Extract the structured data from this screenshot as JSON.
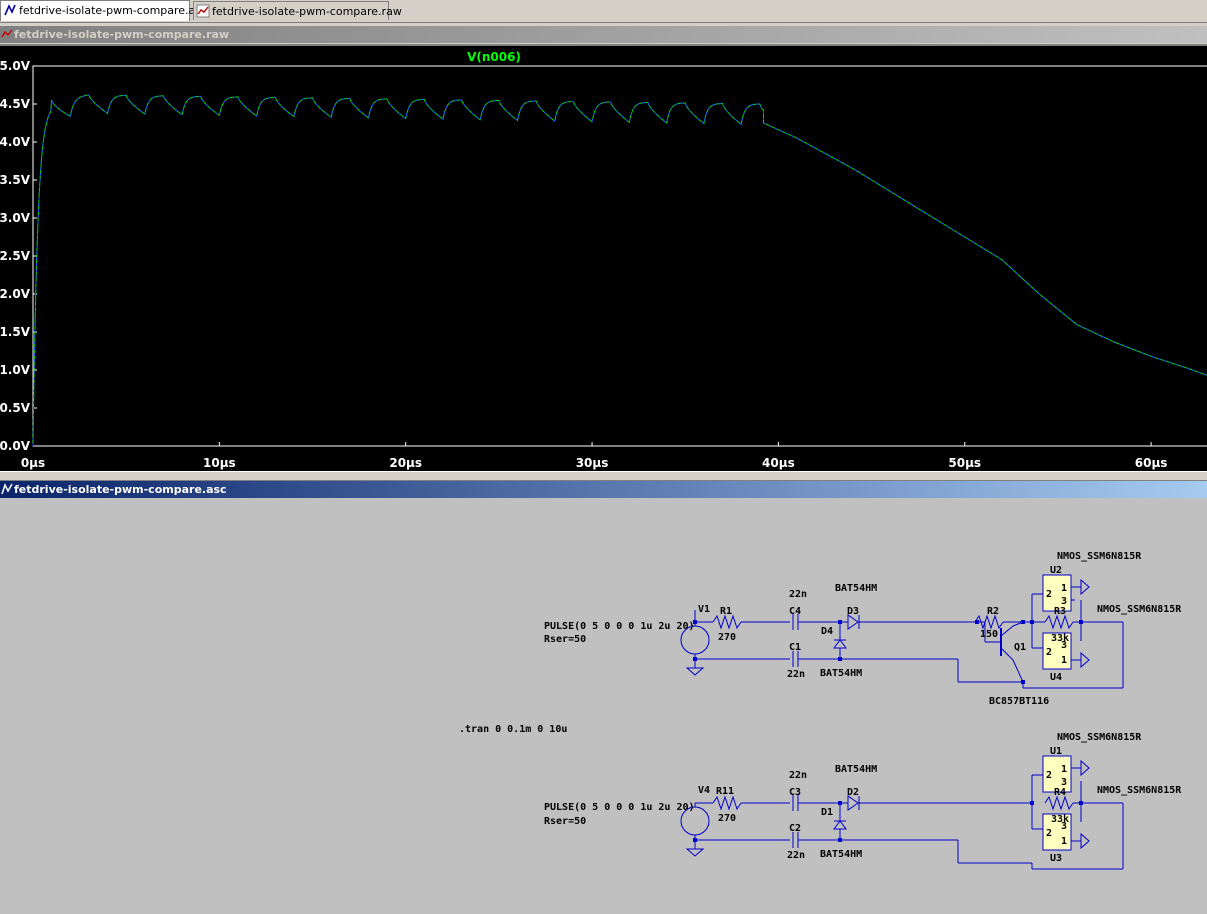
{
  "tabs": [
    {
      "label": "fetdrive-isolate-pwm-compare.asc",
      "active": true,
      "icon": "schematic-icon"
    },
    {
      "label": "fetdrive-isolate-pwm-compare.raw",
      "active": false,
      "icon": "waveform-icon"
    }
  ],
  "waveform_window": {
    "title": "fetdrive-isolate-pwm-compare.raw",
    "icon": "waveform-icon",
    "trace_label": "V(n006)",
    "trace_label_color": "#00ff00",
    "colors": {
      "background": "#000000",
      "grid": "#ffffff",
      "trace_a": "#00e000",
      "trace_b": "#1a4cff"
    }
  },
  "chart_data": {
    "type": "line",
    "title": "V(n006)",
    "xlabel": "",
    "ylabel": "",
    "x_unit": "µs",
    "xlim": [
      0,
      63
    ],
    "ylim": [
      0,
      5
    ],
    "x_ticks": [
      0,
      10,
      20,
      30,
      40,
      50,
      60
    ],
    "x_tick_labels": [
      "0µs",
      "10µs",
      "20µs",
      "30µs",
      "40µs",
      "50µs",
      "60µs"
    ],
    "y_ticks": [
      0,
      0.5,
      1,
      1.5,
      2,
      2.5,
      3,
      3.5,
      4,
      4.5,
      5
    ],
    "y_tick_labels": [
      "0.0V",
      "0.5V",
      "1.0V",
      "1.5V",
      "2.0V",
      "2.5V",
      "3.0V",
      "3.5V",
      "4.0V",
      "4.5V",
      "5.0V"
    ],
    "grid": false,
    "pwm_period_us": 2,
    "pulse_off_us": 39.2,
    "series": [
      {
        "color": "#00e000",
        "envelope_high": [
          [
            1,
            4.55
          ],
          [
            3,
            4.62
          ],
          [
            39,
            4.5
          ]
        ],
        "envelope_low": [
          [
            1,
            4.3
          ],
          [
            3,
            4.38
          ],
          [
            39,
            4.23
          ]
        ],
        "decay": [
          [
            39.2,
            4.25
          ],
          [
            41,
            4.05
          ],
          [
            44,
            3.65
          ],
          [
            47,
            3.2
          ],
          [
            50,
            2.75
          ],
          [
            52,
            2.45
          ],
          [
            54,
            2.0
          ],
          [
            56,
            1.6
          ],
          [
            58,
            1.37
          ],
          [
            60,
            1.18
          ],
          [
            62,
            1.02
          ],
          [
            63,
            0.93
          ]
        ]
      },
      {
        "color": "#1a4cff",
        "envelope_high": [
          [
            1,
            4.55
          ],
          [
            3,
            4.62
          ],
          [
            39,
            4.5
          ]
        ],
        "envelope_low": [
          [
            1,
            4.3
          ],
          [
            3,
            4.38
          ],
          [
            39,
            4.23
          ]
        ],
        "decay": [
          [
            39.2,
            4.25
          ],
          [
            41,
            4.05
          ],
          [
            44,
            3.65
          ],
          [
            47,
            3.2
          ],
          [
            50,
            2.75
          ],
          [
            52,
            2.45
          ],
          [
            54,
            2.0
          ],
          [
            56,
            1.6
          ],
          [
            58,
            1.37
          ],
          [
            60,
            1.18
          ],
          [
            62,
            1.02
          ],
          [
            63,
            0.93
          ]
        ]
      }
    ]
  },
  "schematic_window": {
    "title": "fetdrive-isolate-pwm-compare.asc",
    "icon": "schematic-icon",
    "wire_color": "#0000cc",
    "symbol_fill": "#ffffc0",
    "directive": ".tran 0 0.1m 0 10u",
    "circuit_top": {
      "source_name": "V1",
      "source_value": "PULSE(0 5 0 0 0 1u 2u 20)",
      "source_rser": "Rser=50",
      "r1_name": "R1",
      "r1_value": "270",
      "c_top_name": "C4",
      "c_top_value": "22n",
      "c_bot_name": "C1",
      "c_bot_value": "22n",
      "d_top_name": "D3",
      "d_top_model": "BAT54HM",
      "d_bot_name": "D4",
      "d_bot_model": "BAT54HM",
      "r2_name": "R2",
      "r2_value": "150",
      "q_name": "Q1",
      "q_model": "BC857BT116",
      "r3_name": "R3",
      "r3_value": "33k",
      "u_top_name": "U2",
      "u_top_model": "NMOS_SSM6N815R",
      "u_bot_name": "U4",
      "u_bot_model": "NMOS_SSM6N815R",
      "pin1": "1",
      "pin2": "2",
      "pin3": "3"
    },
    "circuit_bottom": {
      "source_name": "V4",
      "source_value": "PULSE(0 5 0 0 0 1u 2u 20)",
      "source_rser": "Rser=50",
      "r1_name": "R11",
      "r1_value": "270",
      "c_top_name": "C3",
      "c_top_value": "22n",
      "c_bot_name": "C2",
      "c_bot_value": "22n",
      "d_top_name": "D2",
      "d_top_model": "BAT54HM",
      "d_bot_name": "D1",
      "d_bot_model": "BAT54HM",
      "r3_name": "R4",
      "r3_value": "33k",
      "u_top_name": "U1",
      "u_top_model": "NMOS_SSM6N815R",
      "u_bot_name": "U3",
      "u_bot_model": "NMOS_SSM6N815R",
      "pin1": "1",
      "pin2": "2",
      "pin3": "3"
    }
  }
}
